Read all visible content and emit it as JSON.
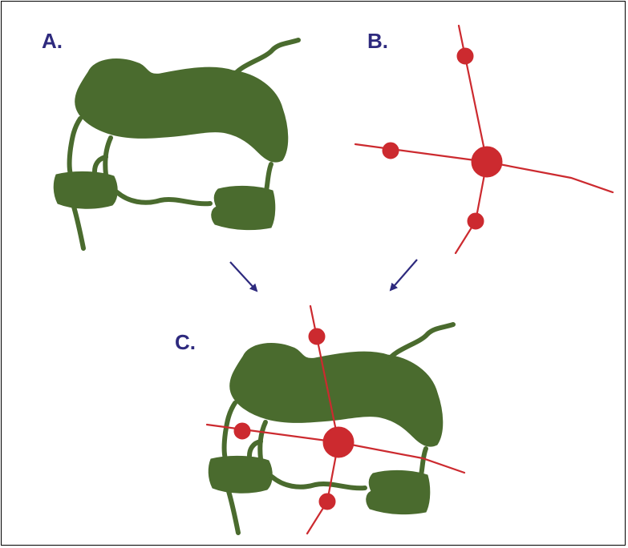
{
  "panels": {
    "a": {
      "label": "A."
    },
    "b": {
      "label": "B."
    },
    "c": {
      "label": "C."
    }
  },
  "colors": {
    "habitat": "#4a6b2e",
    "network": "#cc2a2f",
    "label": "#2e2a7e",
    "arrow": "#2e2a7e",
    "border": "#000000"
  },
  "icons": {
    "arrow_a_to_c": "arrow-down-right-icon",
    "arrow_b_to_c": "arrow-down-left-icon"
  }
}
